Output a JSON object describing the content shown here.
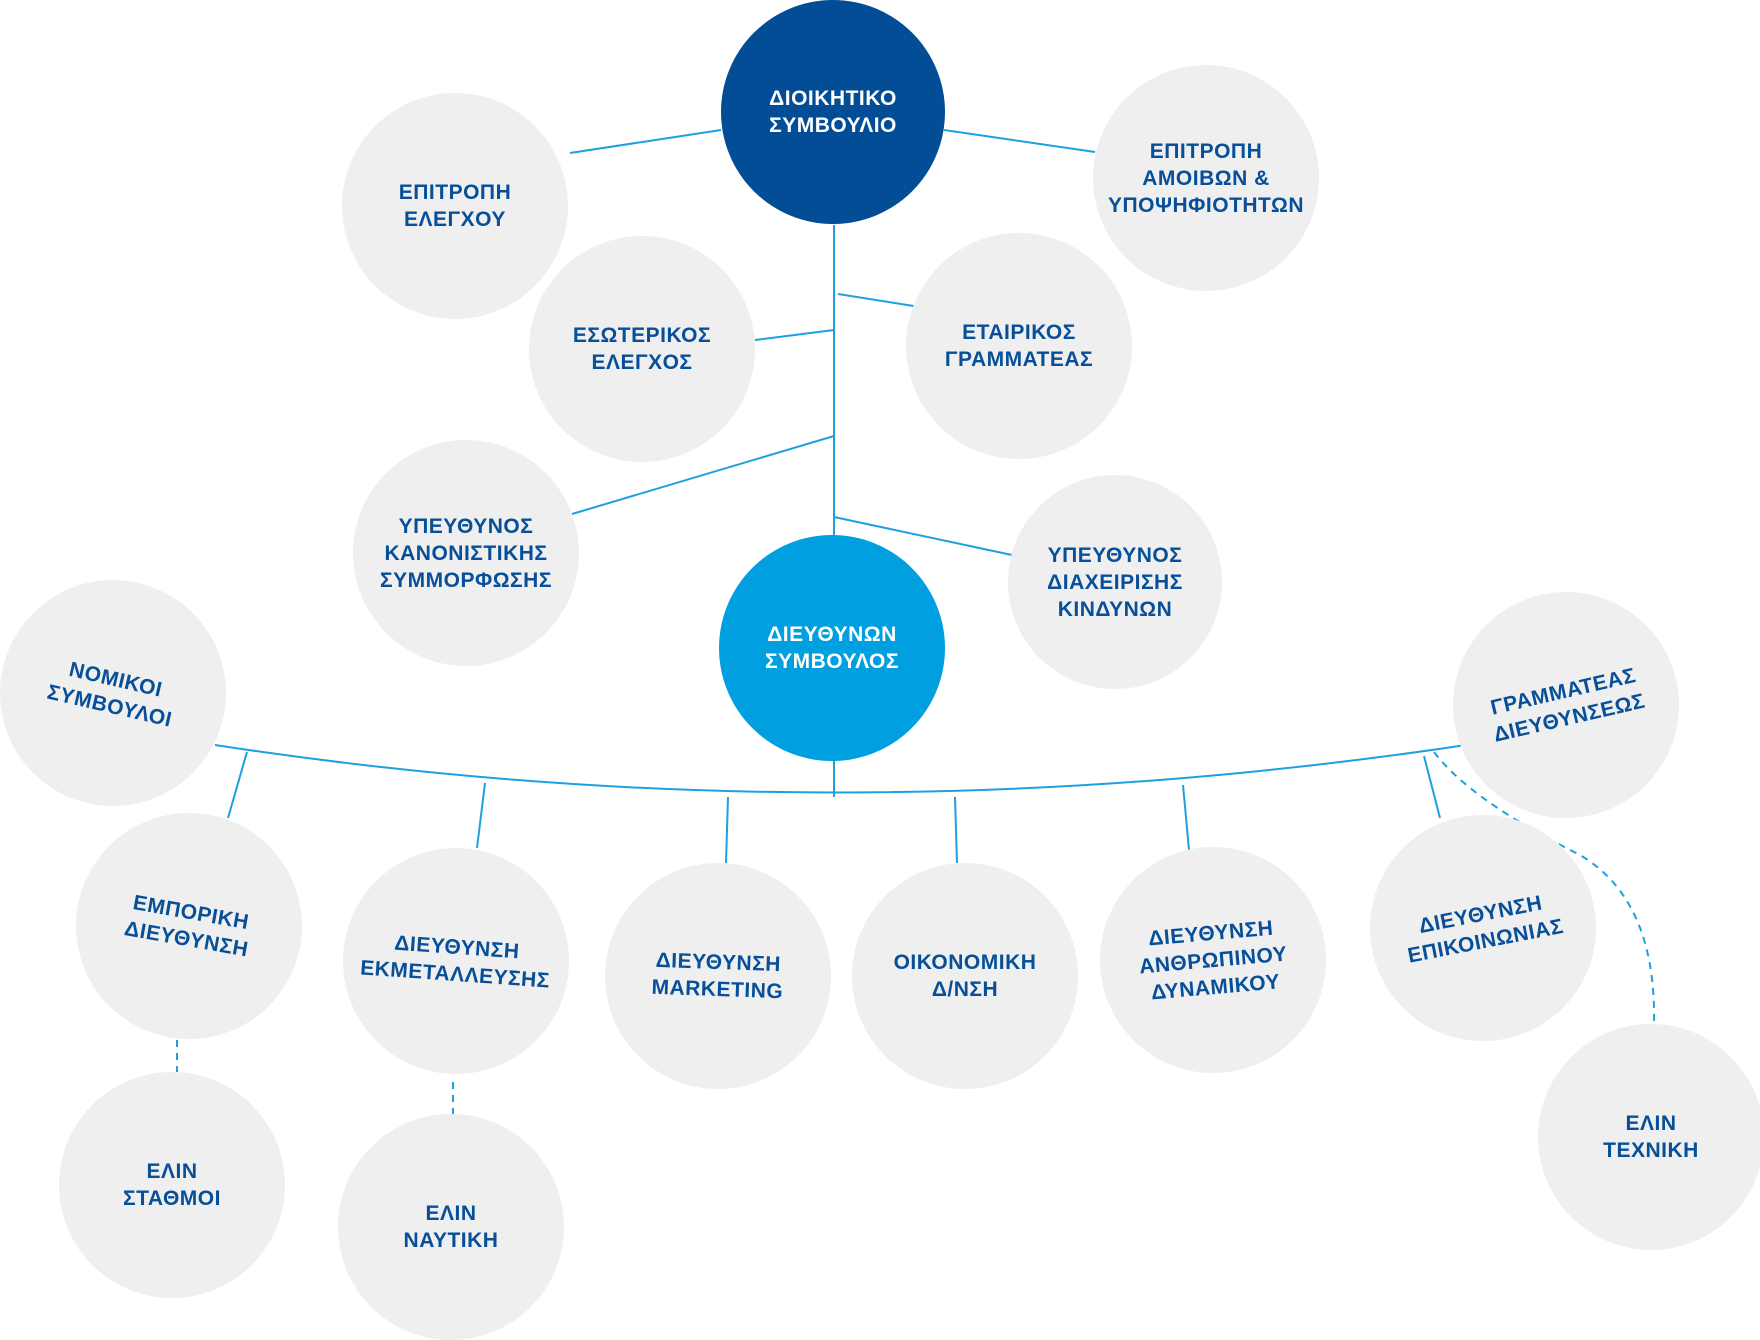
{
  "colors": {
    "board": "#024d96",
    "ceo": "#009fe0",
    "node_fill": "#efefef",
    "label": "#074f99",
    "connector": "#1ea0de"
  },
  "nodes": {
    "board": "ΔΙΟΙΚΗΤΙΚΟ\nΣΥΜΒΟΥΛΙΟ",
    "audit_committee": "ΕΠΙΤΡΟΠΗ\nΕΛΕΓΧΟΥ",
    "remuneration_committee": "ΕΠΙΤΡΟΠΗ\nΑΜΟΙΒΩΝ &\nΥΠΟΨΗΦΙΟΤΗΤΩΝ",
    "internal_audit": "ΕΣΩΤΕΡΙΚΟΣ\nΕΛΕΓΧΟΣ",
    "corporate_secretary": "ΕΤΑΙΡΙΚΟΣ\nΓΡΑΜΜΑΤΕΑΣ",
    "compliance_officer": "ΥΠΕΥΘΥΝΟΣ\nΚΑΝΟΝΙΣΤΙΚΗΣ\nΣΥΜΜΟΡΦΩΣΗΣ",
    "risk_officer": "ΥΠΕΥΘΥΝΟΣ\nΔΙΑΧΕΙΡΙΣΗΣ\nΚΙΝΔΥΝΩΝ",
    "ceo": "ΔΙΕΥΘΥΝΩΝ\nΣΥΜΒΟΥΛΟΣ",
    "legal_advisors": "ΝΟΜΙΚΟΙ\nΣΥΜΒΟΥΛΟΙ",
    "management_secretary": "ΓΡΑΜΜΑΤΕΑΣ\nΔΙΕΥΘΥΝΣΕΩΣ",
    "commercial": "ΕΜΠΟΡΙΚΗ\nΔΙΕΥΘΥΝΣΗ",
    "operations": "ΔΙΕΥΘΥΝΣΗ\nΕΚΜΕΤΑΛΛΕΥΣΗΣ",
    "marketing": "ΔΙΕΥΘΥΝΣΗ\nMARKETING",
    "finance": "ΟΙΚΟΝΟΜΙΚΗ\nΔ/ΝΣΗ",
    "hr": "ΔΙΕΥΘΥΝΣΗ\nΑΝΘΡΩΠΙΝΟΥ\nΔΥΝΑΜΙΚΟΥ",
    "communications": "ΔΙΕΥΘΥΝΣΗ\nΕΠΙΚΟΙΝΩΝΙΑΣ",
    "elin_stations": "ΕΛΙΝ\nΣΤΑΘΜΟΙ",
    "elin_naval": "ΕΛΙΝ\nΝΑΥΤΙΚΗ",
    "elin_technical": "ΕΛΙΝ\nΤΕΧΝΙΚΗ"
  }
}
